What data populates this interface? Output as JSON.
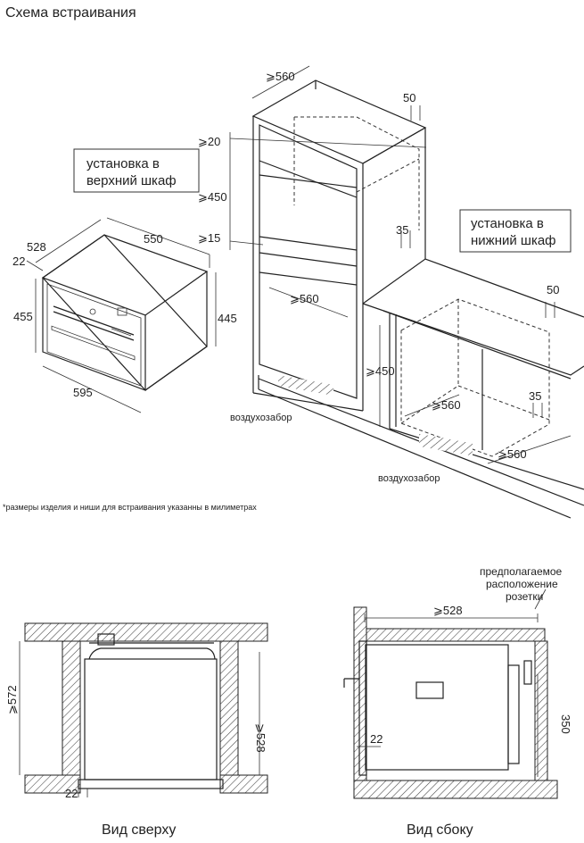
{
  "title": "Схема встраивания",
  "note": "*размеры изделия и ниши для встраивания указанны в милиметрах",
  "callouts": {
    "upper_line1": "установка в",
    "upper_line2": "верхний шкаф",
    "lower_line1": "установка в",
    "lower_line2": "нижний шкаф"
  },
  "oven_dims": {
    "depth": "528",
    "width_top": "550",
    "offset": "22",
    "height_left": "455",
    "height_right": "445",
    "width_bottom": "595"
  },
  "upper_cabinet": {
    "depth_top": "⩾560",
    "gap_top": "⩾20",
    "height": "⩾450",
    "gap_bottom": "⩾15",
    "depth_inner": "⩾560",
    "rear_gap": "50",
    "vent": "35",
    "air_label": "воздухозабор"
  },
  "lower_cabinet": {
    "height": "⩾450",
    "rear_gap": "50",
    "vent": "35",
    "depth_inner": "⩾560",
    "depth_outer": "⩾560",
    "air_label": "воздухозабор"
  },
  "top_view": {
    "label": "Вид сверху",
    "left_dim": "⩾572",
    "right_dim": "⩾528",
    "bottom_dim": "22"
  },
  "side_view": {
    "label": "Вид сбоку",
    "top_dim": "⩾528",
    "socket_line1": "предполагаемое",
    "socket_line2": "расположение",
    "socket_line3": "розетки",
    "front_dim": "22",
    "right_dim": "350"
  }
}
